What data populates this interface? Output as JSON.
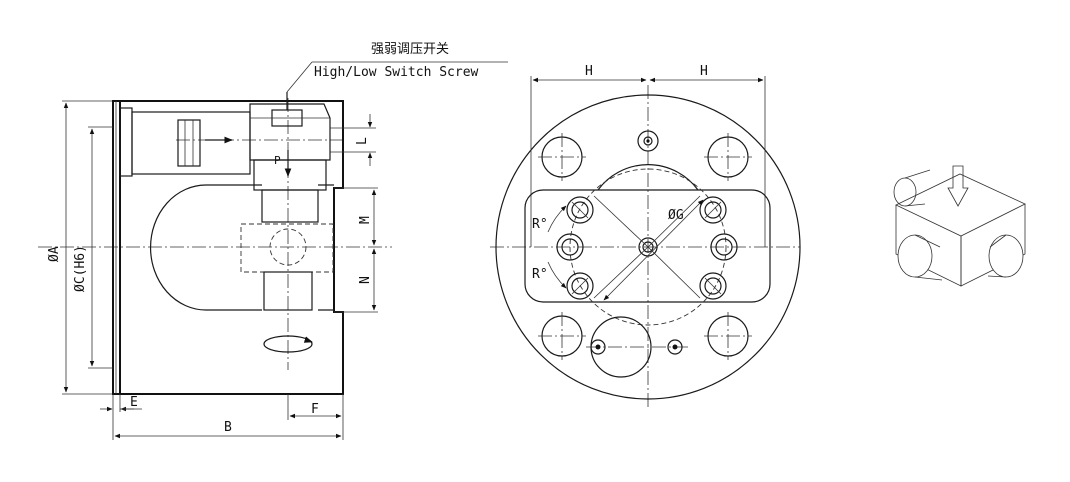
{
  "callout": {
    "title_cn": "强弱调压开关",
    "title_en": "High/Low Switch Screw"
  },
  "side_view": {
    "dim_A": "ØA",
    "dim_C": "ØC(H6)",
    "dim_E": "E",
    "dim_B": "B",
    "dim_F": "F",
    "dim_L": "L",
    "dim_M": "M",
    "dim_N": "N",
    "port_P": "P"
  },
  "front_view": {
    "dim_H_left": "H",
    "dim_H_right": "H",
    "dim_G": "ØG",
    "dim_R_top": "R°",
    "dim_R_bottom": "R°"
  }
}
